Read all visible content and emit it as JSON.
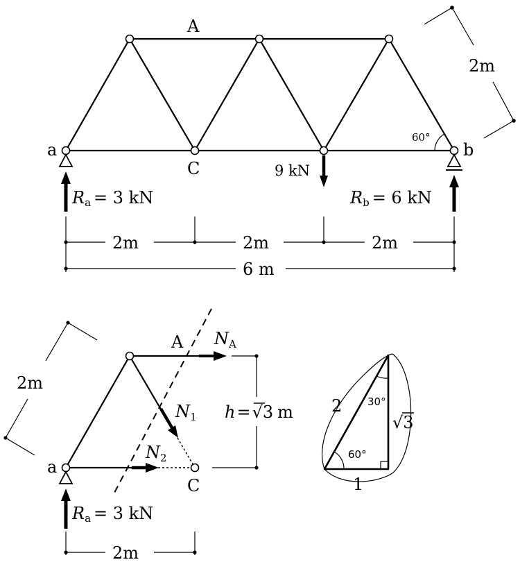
{
  "top_truss": {
    "node_a": "a",
    "node_b": "b",
    "node_A": "A",
    "node_C": "C",
    "load": "9 kN",
    "angle": "60°",
    "height": "2m",
    "reaction_a_sym": "R",
    "reaction_a_sub": "a",
    "reaction_a_val": "= 3 kN",
    "reaction_b_sym": "R",
    "reaction_b_sub": "b",
    "reaction_b_val": "= 6 kN",
    "span_1": "2m",
    "span_2": "2m",
    "span_3": "2m",
    "span_total": "6 m"
  },
  "section": {
    "node_A": "A",
    "node_a": "a",
    "node_C": "C",
    "force_NA_sym": "N",
    "force_NA_sub": "A",
    "force_N1_sym": "N",
    "force_N1_sub": "1",
    "force_N2_sym": "N",
    "force_N2_sub": "2",
    "h_label": "h",
    "h_eq": "=",
    "h_root": "√3",
    "h_unit": "m",
    "side_length": "2m",
    "span": "2m",
    "reaction_sym": "R",
    "reaction_sub": "a",
    "reaction_val": "= 3 kN"
  },
  "triangle": {
    "hyp": "2",
    "base": "1",
    "vert": "√3",
    "angle_top": "30°",
    "angle_bottom": "60°"
  }
}
